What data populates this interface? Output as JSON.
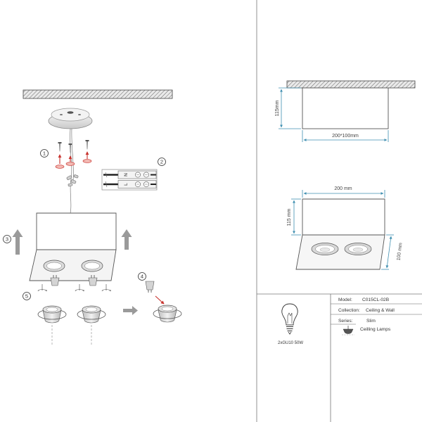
{
  "installation": {
    "steps": [
      "1",
      "2",
      "3",
      "4",
      "5"
    ],
    "connector": {
      "neutral": "N",
      "live": "L"
    }
  },
  "side_view": {
    "height": "115mm",
    "footprint": "200*100mm"
  },
  "perspective_view": {
    "width": "200 mm",
    "height": "115 mm",
    "depth": "100 mm"
  },
  "specs": {
    "bulb": "2xGU10 50W",
    "model_label": "Model:",
    "model_value": "C015CL-02B",
    "collection_label": "Collection:",
    "collection_value": "Ceiling & Wall",
    "series_label": "Series:",
    "series_value": "Slim",
    "category": "Ceilling Lamps"
  },
  "colors": {
    "dimension_arrow": "#3f8fb0",
    "install_arrow": "#c8322d"
  }
}
